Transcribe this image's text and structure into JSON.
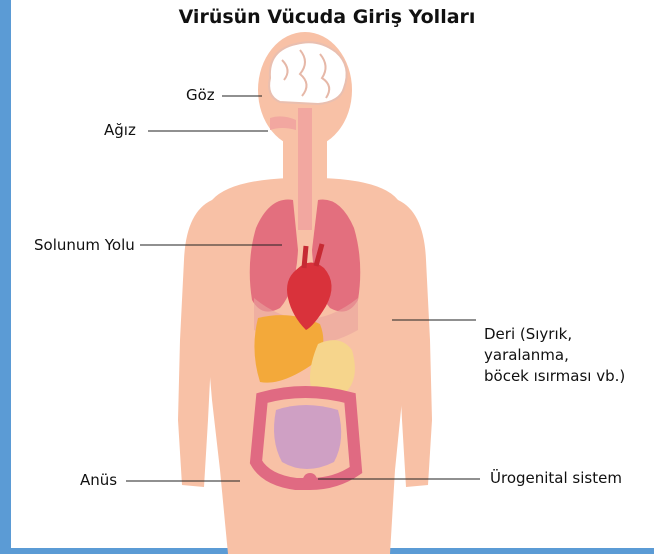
{
  "title": "Virüsün Vücuda Giriş Yolları",
  "labels": {
    "eye": "Göz",
    "mouth": "Ağız",
    "respiratory": "Solunum Yolu",
    "skin_line1": "Deri (Sıyrık, yaralanma,",
    "skin_line2": "böcek ısırması vb.)",
    "anus": "Anüs",
    "urogenital": "Ürogenital sistem"
  },
  "colors": {
    "frame": "#5b9bd5",
    "body": "#f8c1a6",
    "lung": "#e36f7e",
    "heart": "#d9323b",
    "liver": "#f3a93a",
    "stomach": "#f6d58c",
    "intestine_large": "#e06a82",
    "intestine_small": "#cfa0c4",
    "brain": "#ffffff",
    "trachea": "#f2a7a0"
  }
}
